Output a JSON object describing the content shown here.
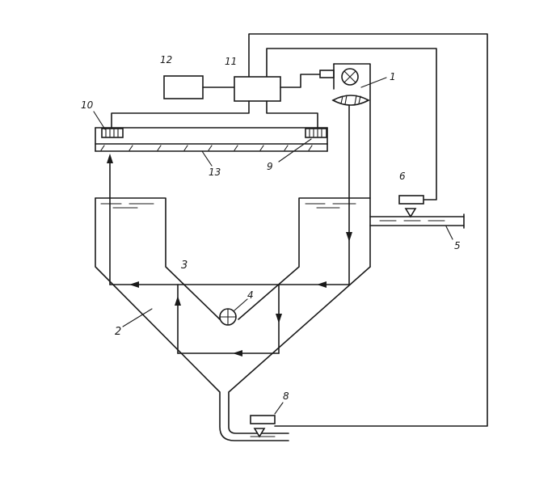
{
  "diagram": {
    "labels": {
      "l1": "1",
      "l2": "2",
      "l3": "3",
      "l4": "4",
      "l5": "5",
      "l6": "6",
      "l8": "8",
      "l9": "9",
      "l10": "10",
      "l11": "11",
      "l12": "12",
      "l13": "13"
    }
  }
}
